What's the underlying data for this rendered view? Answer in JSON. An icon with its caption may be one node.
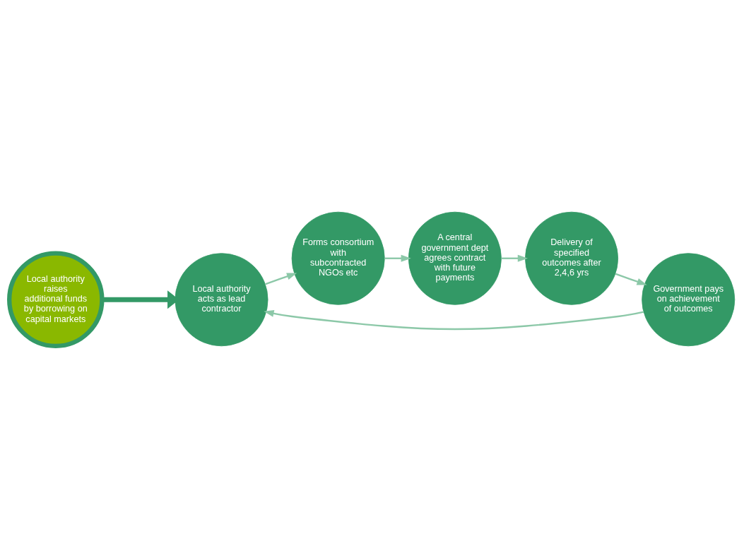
{
  "diagram": {
    "nodes": [
      {
        "text": [
          "Local authority raises additional funds by borrowing on capital markets"
        ]
      },
      {
        "text": [
          "Local authority acts as lead contractor"
        ]
      },
      {
        "text": [
          "Forms consortium with subcontracted NGOs etc"
        ]
      },
      {
        "text": [
          "A central government dept agrees contract with future payments"
        ]
      },
      {
        "text": [
          "Delivery of specified outcomes after 2,4,6 yrs"
        ]
      },
      {
        "text": [
          "Government pays  on achievement of outcomes"
        ]
      }
    ],
    "edges": [
      {
        "from": 0,
        "to": 1,
        "arrow": "to",
        "style": "thick",
        "color": "#339966"
      },
      {
        "from": 1,
        "to": 2,
        "arrow": "to"
      },
      {
        "from": 2,
        "to": 3,
        "arrow": "to"
      },
      {
        "from": 3,
        "to": 4,
        "arrow": "to"
      },
      {
        "from": 4,
        "to": 5,
        "arrow": "to"
      },
      {
        "from": 5,
        "to": 1,
        "arrow": "to"
      }
    ]
  }
}
